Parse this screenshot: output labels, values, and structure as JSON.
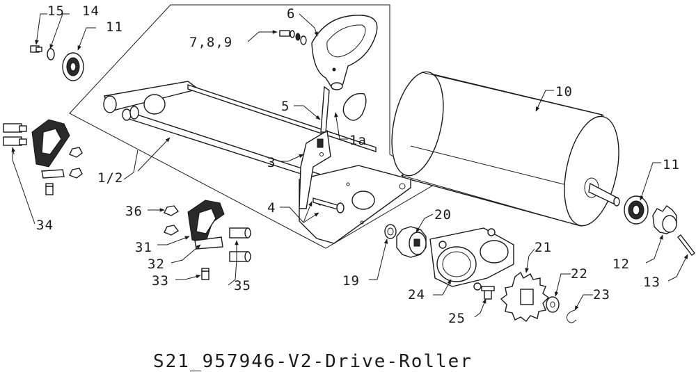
{
  "diagram": {
    "caption": "S21_957946-V2-Drive-Roller",
    "callouts": {
      "c15": "15",
      "c14": "14",
      "c11a": "11",
      "c6": "6",
      "c789": "7,8,9",
      "c10": "10",
      "c5": "5",
      "c1a": "1a",
      "c3": "3",
      "c12": "1/2",
      "c11b": "11",
      "c4": "4",
      "c34": "34",
      "c20": "20",
      "c36": "36",
      "c31": "31",
      "c32": "32",
      "c33": "33",
      "c35": "35",
      "c21": "21",
      "c19": "19",
      "c22": "22",
      "c23": "23",
      "c24": "24",
      "c25": "25",
      "c12b": "12",
      "c13": "13"
    }
  }
}
